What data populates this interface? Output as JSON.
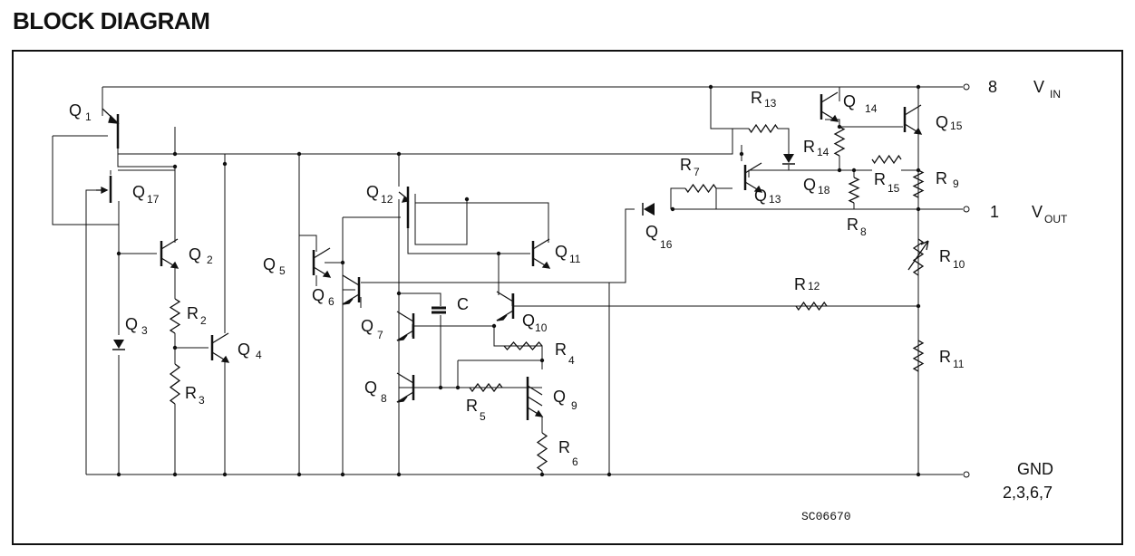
{
  "title": "BLOCK DIAGRAM",
  "pins": {
    "vin": {
      "number": "8",
      "name": "V",
      "sub": "IN"
    },
    "vout": {
      "number": "1",
      "name": "V",
      "sub": "OUT"
    },
    "gnd": {
      "name": "GND",
      "numbers": "2,3,6,7"
    }
  },
  "components": [
    {
      "id": "q1",
      "name": "Q",
      "sub": "1"
    },
    {
      "id": "q2",
      "name": "Q",
      "sub": "2"
    },
    {
      "id": "q3",
      "name": "Q",
      "sub": "3"
    },
    {
      "id": "q4",
      "name": "Q",
      "sub": "4"
    },
    {
      "id": "q5",
      "name": "Q",
      "sub": "5"
    },
    {
      "id": "q6",
      "name": "Q",
      "sub": "6"
    },
    {
      "id": "q7",
      "name": "Q",
      "sub": "7"
    },
    {
      "id": "q8",
      "name": "Q",
      "sub": "8"
    },
    {
      "id": "q9",
      "name": "Q",
      "sub": "9"
    },
    {
      "id": "q10",
      "name": "Q",
      "sub": "10"
    },
    {
      "id": "q11",
      "name": "Q",
      "sub": "11"
    },
    {
      "id": "q12",
      "name": "Q",
      "sub": "12"
    },
    {
      "id": "q13",
      "name": "Q",
      "sub": "13"
    },
    {
      "id": "q14",
      "name": "Q",
      "sub": "14"
    },
    {
      "id": "q15",
      "name": "Q",
      "sub": "15"
    },
    {
      "id": "q16",
      "name": "Q",
      "sub": "16"
    },
    {
      "id": "q17",
      "name": "Q",
      "sub": "17"
    },
    {
      "id": "q18",
      "name": "Q",
      "sub": "18"
    },
    {
      "id": "r2",
      "name": "R",
      "sub": "2"
    },
    {
      "id": "r3",
      "name": "R",
      "sub": "3"
    },
    {
      "id": "r4",
      "name": "R",
      "sub": "4"
    },
    {
      "id": "r5",
      "name": "R",
      "sub": "5"
    },
    {
      "id": "r6",
      "name": "R",
      "sub": "6"
    },
    {
      "id": "r7",
      "name": "R",
      "sub": "7"
    },
    {
      "id": "r8",
      "name": "R",
      "sub": "8"
    },
    {
      "id": "r9",
      "name": "R",
      "sub": "9"
    },
    {
      "id": "r10",
      "name": "R",
      "sub": "10"
    },
    {
      "id": "r11",
      "name": "R",
      "sub": "11"
    },
    {
      "id": "r12",
      "name": "R",
      "sub": "12"
    },
    {
      "id": "r13",
      "name": "R",
      "sub": "13"
    },
    {
      "id": "r14",
      "name": "R",
      "sub": "14"
    },
    {
      "id": "r15",
      "name": "R",
      "sub": "15"
    },
    {
      "id": "c",
      "name": "C",
      "sub": ""
    }
  ],
  "drawing_code": "SC06670"
}
